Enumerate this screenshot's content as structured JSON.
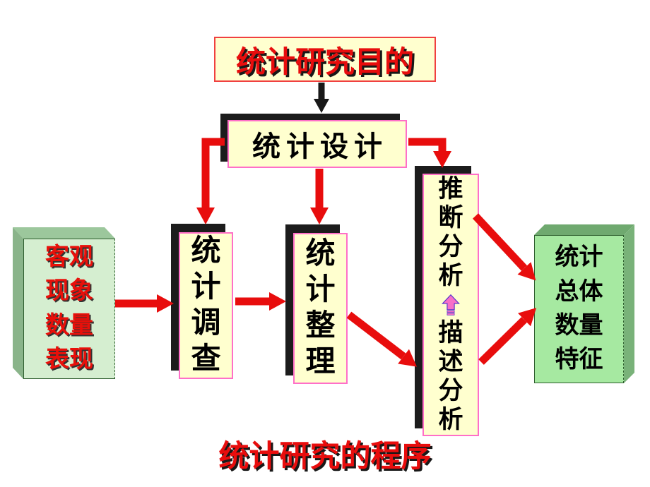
{
  "slide": {
    "purpose_box": {
      "label": "统计研究目的"
    },
    "design_box": {
      "label": "统计设计"
    },
    "survey_box": {
      "label": "统计调查"
    },
    "organize_box": {
      "label": "统计整理"
    },
    "analysis_box": {
      "upper_label": "推断分析",
      "lower_label": "描述分析",
      "divider_icon": "up-block-arrow"
    },
    "left_cube": {
      "lines": [
        "客观",
        "现象",
        "数量",
        "表现"
      ],
      "full_text": "客观\n现象\n数量\n表现"
    },
    "right_cube": {
      "lines": [
        "统计",
        "总体",
        "数量",
        "特征"
      ],
      "full_text": "统计\n总体\n数量\n特征"
    },
    "caption": {
      "label": "统计研究的程序"
    },
    "colors": {
      "box_fill": "#ffffcf",
      "box_border_pink": "#ff6fc8",
      "purpose_border_red": "#f04040",
      "arrow_red": "#e80d0d",
      "arrow_black": "#181818",
      "shadow_black": "#1c1c1c",
      "red_text": "#e80d0d",
      "cube_face_left": "#d5eed0",
      "cube_face_right": "#a6e9a1",
      "cube_depth_green": "#79b279",
      "up_arrow_pink": "#f770c8",
      "up_arrow_outline_blue": "#5533cc"
    }
  }
}
